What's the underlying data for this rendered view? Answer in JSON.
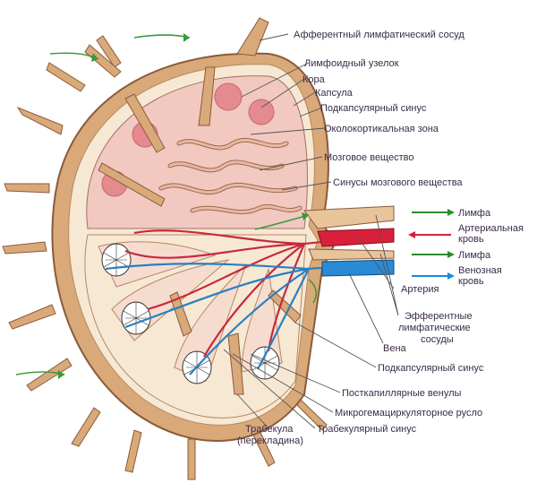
{
  "labels": {
    "afferent": "Афферентный лимфатический сосуд",
    "lymphoid_nodule": "Лимфоидный узелок",
    "cortex": "Кора",
    "capsule": "Капсула",
    "subcapsular_sinus_top": "Подкапсулярный синус",
    "paracortex": "Околокортикальная зона",
    "medulla": "Мозговое вещество",
    "medullary_sinuses": "Синусы мозгового вещества",
    "artery": "Артерия",
    "efferent_line1": "Эфферентные",
    "efferent_line2": "лимфатические",
    "efferent_line3": "сосуды",
    "vein": "Вена",
    "subcapsular_sinus_bottom": "Подкапсулярный синус",
    "postcapillary_venules": "Посткапиллярные венулы",
    "microcirculation": "Микрогемациркуляторное русло",
    "trabecular_sinus": "Трабекулярный синус",
    "trabecula_line1": "Трабекула",
    "trabecula_line2": "(перекладина)"
  },
  "legend": [
    {
      "line1": "Лимфа",
      "line2": "",
      "color": "#2e8b2e"
    },
    {
      "line1": "Артериальная",
      "line2": "кровь",
      "color": "#d8203a"
    },
    {
      "line1": "Лимфа",
      "line2": "",
      "color": "#2e8b2e"
    },
    {
      "line1": "Венозная",
      "line2": "кровь",
      "color": "#1a8ad4"
    }
  ],
  "colors": {
    "capsule": "#d9a97a",
    "capsule_dark": "#8a5a3a",
    "cortex": "#f2c9c0",
    "nodule": "#e58a8f",
    "medulla_bg": "#f6dccf",
    "sinus": "#f7e8d4",
    "artery": "#c8283c",
    "vein": "#2a7fc2",
    "lymph_arrow": "#3a9a3a"
  }
}
